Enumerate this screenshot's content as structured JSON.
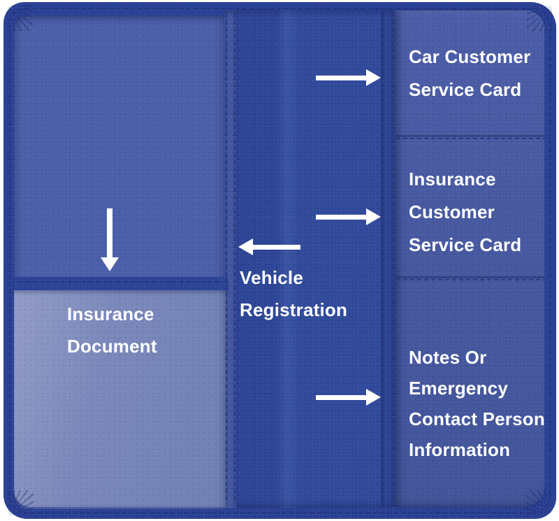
{
  "scene": {
    "type": "annotated product photo",
    "subject": "blue faux-leather car document organizer opened flat",
    "background": "#ffffff"
  },
  "palette": {
    "cover": "#2a4094",
    "left_page": "#4b5fa8",
    "document_pocket": "#7a87ba",
    "right_page": "#2f489a",
    "card_pocket": "#45579e",
    "stitching": "#1e327c",
    "annotation_text": "#ffffff",
    "arrow": "#ffffff"
  },
  "annotations": {
    "car_card": {
      "lines": [
        "Car Customer",
        "Service Card"
      ]
    },
    "insurance_card": {
      "lines": [
        "Insurance",
        "Customer",
        "Service Card"
      ]
    },
    "notes": {
      "lines": [
        "Notes Or",
        "Emergency",
        "Contact Person",
        "Information"
      ]
    },
    "vehicle_registration": {
      "lines": [
        "Vehicle",
        "Registration"
      ]
    },
    "insurance_document": {
      "lines": [
        "Insurance",
        "Document"
      ]
    }
  },
  "arrows": [
    {
      "id": "arrow-car-card",
      "direction": "right",
      "points_to": "top card pocket"
    },
    {
      "id": "arrow-insurance-card",
      "direction": "right",
      "points_to": "middle card pocket"
    },
    {
      "id": "arrow-notes",
      "direction": "right",
      "points_to": "bottom card pocket"
    },
    {
      "id": "arrow-vehicle-registration",
      "direction": "left",
      "points_to": "center fold slot"
    },
    {
      "id": "arrow-insurance-document",
      "direction": "down",
      "points_to": "left document pocket"
    }
  ]
}
